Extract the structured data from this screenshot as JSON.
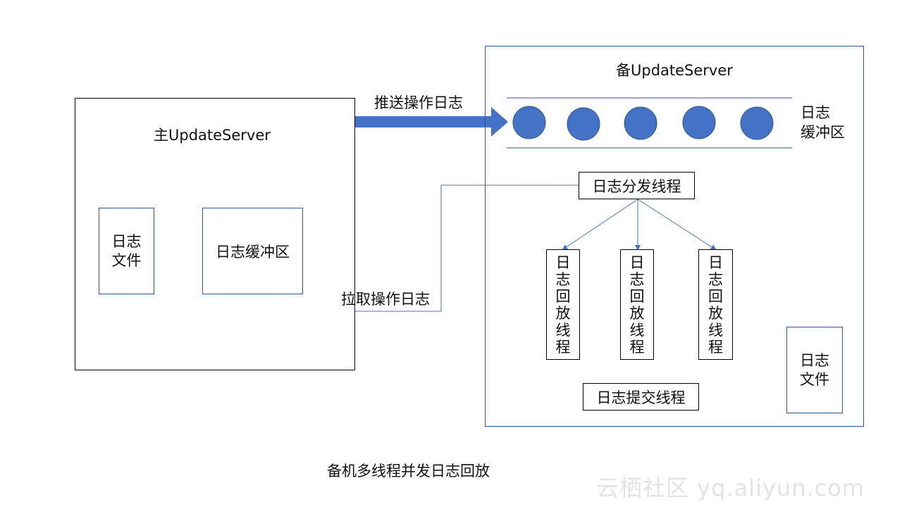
{
  "master": {
    "title": "主UpdateServer",
    "log_file": "日志\n文件",
    "log_buffer": "日志缓冲区"
  },
  "push_label": "推送操作日志",
  "pull_label": "拉取操作日志",
  "slave": {
    "title": "备UpdateServer",
    "buffer_label": "日志\n缓冲区",
    "buffer_slots": 5,
    "dispatch_thread": "日志分发线程",
    "replay_threads": [
      {
        "label": "日志回放线程"
      },
      {
        "label": "日志回放线程"
      },
      {
        "label": "日志回放线程"
      }
    ],
    "commit_thread": "日志提交线程",
    "log_file": "日志\n文件"
  },
  "caption": "备机多线程并发日志回放",
  "watermark": "云栖社区 yq.aliyun.com",
  "colors": {
    "accent_blue": "#4472c4",
    "line_blue": "#2f5597"
  }
}
